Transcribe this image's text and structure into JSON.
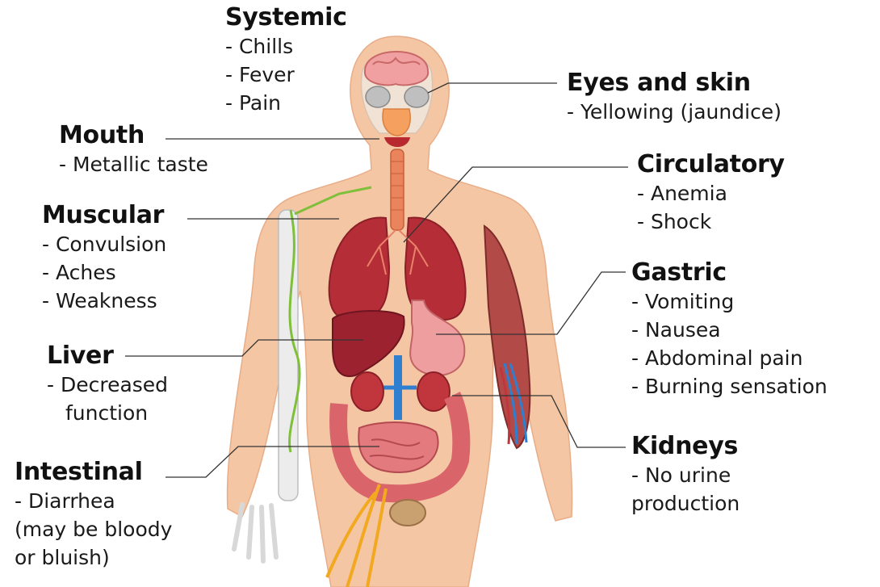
{
  "groups": {
    "systemic": {
      "title": "Systemic",
      "items": [
        "- Chills",
        "- Fever",
        "- Pain"
      ]
    },
    "mouth": {
      "title": "Mouth",
      "items": [
        "- Metallic taste"
      ]
    },
    "muscular": {
      "title": "Muscular",
      "items": [
        "- Convulsion",
        "- Aches",
        "- Weakness"
      ]
    },
    "liver": {
      "title": "Liver",
      "items": [
        "- Decreased",
        "function"
      ]
    },
    "intestinal": {
      "title": "Intestinal",
      "items": [
        "- Diarrhea",
        "(may be bloody",
        "or bluish)"
      ]
    },
    "eyes": {
      "title": "Eyes and skin",
      "items": [
        "- Yellowing (jaundice)"
      ]
    },
    "circulatory": {
      "title": "Circulatory",
      "items": [
        "- Anemia",
        "- Shock"
      ]
    },
    "gastric": {
      "title": "Gastric",
      "items": [
        "- Vomiting",
        "- Nausea",
        "- Abdominal pain",
        "- Burning sensation"
      ]
    },
    "kidneys": {
      "title": "Kidneys",
      "items": [
        "- No urine",
        "production"
      ]
    }
  },
  "colors": {
    "skin": "#f4c6a4",
    "organ_red": "#c0363c",
    "lung_red": "#b52d37",
    "intestine": "#d9646a",
    "vessel_blue": "#2f7fd0",
    "nerve_yellow": "#f2a91f",
    "lymph_green": "#7fbf3a",
    "bone": "#e8e8e8",
    "leader_line": "#333333"
  },
  "icons": [
    "human-body-illustration",
    "brain-icon",
    "lungs-icon",
    "liver-icon",
    "stomach-icon",
    "kidneys-icon",
    "intestines-icon",
    "bladder-icon"
  ]
}
